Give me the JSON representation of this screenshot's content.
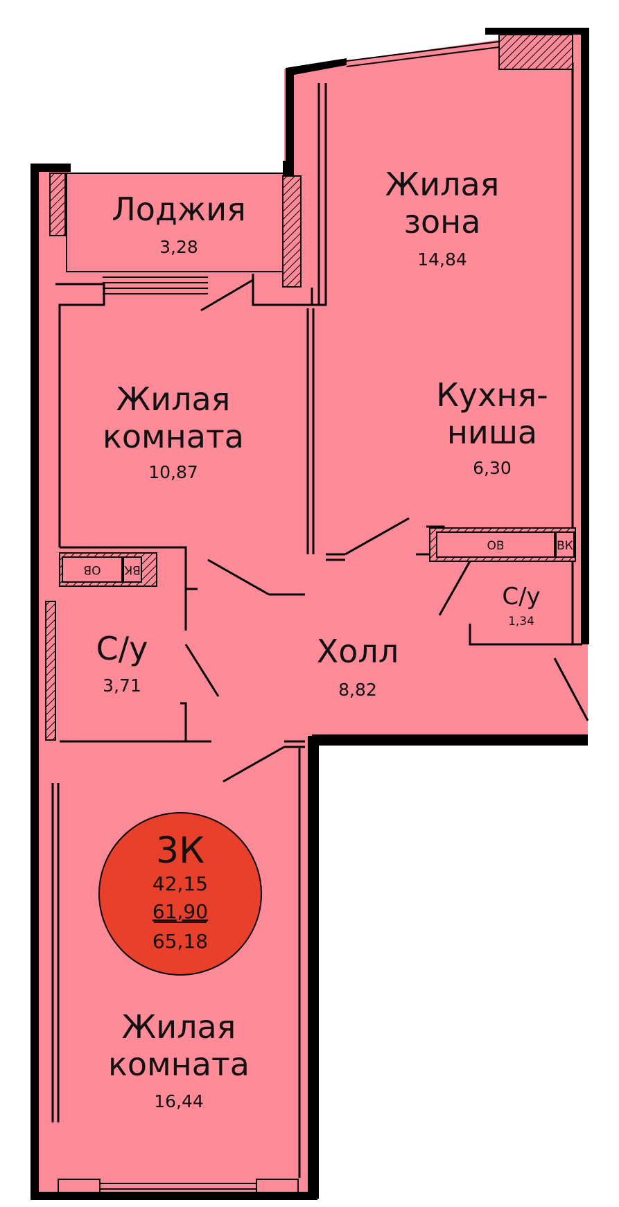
{
  "colors": {
    "floor": "#ff8a98",
    "wall": "#000000",
    "badge": "#e8402a"
  },
  "rooms": {
    "loggia": {
      "name": "Лоджия",
      "area": "3,28"
    },
    "living_zone": {
      "line1": "Жилая",
      "line2": "зона",
      "area": "14,84"
    },
    "bedroom_top": {
      "line1": "Жилая",
      "line2": "комната",
      "area": "10,87"
    },
    "kitchen": {
      "line1": "Кухня-",
      "line2": "ниша",
      "area": "6,30"
    },
    "bath_small": {
      "name": "С/у",
      "area": "1,34"
    },
    "bath_large": {
      "name": "С/у",
      "area": "3,71"
    },
    "hall": {
      "name": "Холл",
      "area": "8,82"
    },
    "bedroom_bottom": {
      "line1": "Жилая",
      "line2": "комната",
      "area": "16,44"
    }
  },
  "shafts": {
    "ov_label": "ОВ",
    "vk_label": "ВК"
  },
  "badge": {
    "type": "3К",
    "living_area": "42,15",
    "total_area": "61,90",
    "full_area": "65,18"
  }
}
